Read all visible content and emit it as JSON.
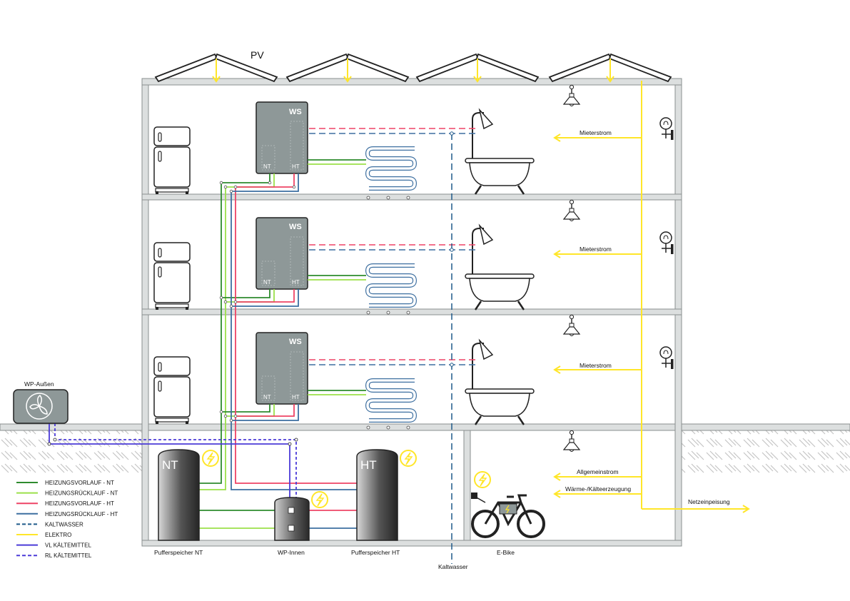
{
  "labels": {
    "pv": "PV",
    "ws": "WS",
    "ws_nt": "NT",
    "ws_ht": "HT",
    "mieterstrom": "Mieterstrom",
    "allgemeinstrom": "Allgemeinstrom",
    "waerme_kaelte": "Wärme-/Kälteerzeugung",
    "netzeinspeisung": "Netzeinpeisung",
    "wp_aussen": "WP-Außen",
    "tank_nt": "NT",
    "tank_ht": "HT",
    "pufferspeicher_nt": "Pufferspeicher NT",
    "wp_innen": "WP-Innen",
    "pufferspeicher_ht": "Pufferspeicher HT",
    "kaltwasser": "Kaltwasser",
    "ebike": "E-Bike"
  },
  "legend": [
    {
      "label": "HEIZUNGSVORLAUF - NT",
      "color": "#2e8b2e",
      "dashed": false
    },
    {
      "label": "HEIZUNGSRÜCKLAUF - NT",
      "color": "#9be04a",
      "dashed": false
    },
    {
      "label": "HEIZUNGSVORLAUF - HT",
      "color": "#ee4466",
      "dashed": false
    },
    {
      "label": "HEIZUNGSRÜCKLAUF - HT",
      "color": "#3d6fa0",
      "dashed": false
    },
    {
      "label": "KALTWASSER",
      "color": "#1f5a8a",
      "dashed": true
    },
    {
      "label": "ELEKTRO",
      "color": "#ffe629",
      "dashed": false
    },
    {
      "label": "VL KÄLTEMITTEL",
      "color": "#4b3bd8",
      "dashed": false
    },
    {
      "label": "RL KÄLTEMITTEL",
      "color": "#4b3bd8",
      "dashed": true
    }
  ],
  "colors": {
    "vl_nt": "#2e8b2e",
    "rl_nt": "#9be04a",
    "vl_ht": "#ee4466",
    "rl_ht": "#3d6fa0",
    "kaltwasser": "#1f5a8a",
    "elektro": "#ffe629",
    "kaeltemittel": "#4b3bd8",
    "structure": "#dcdfdf",
    "device": "#8e9898"
  }
}
